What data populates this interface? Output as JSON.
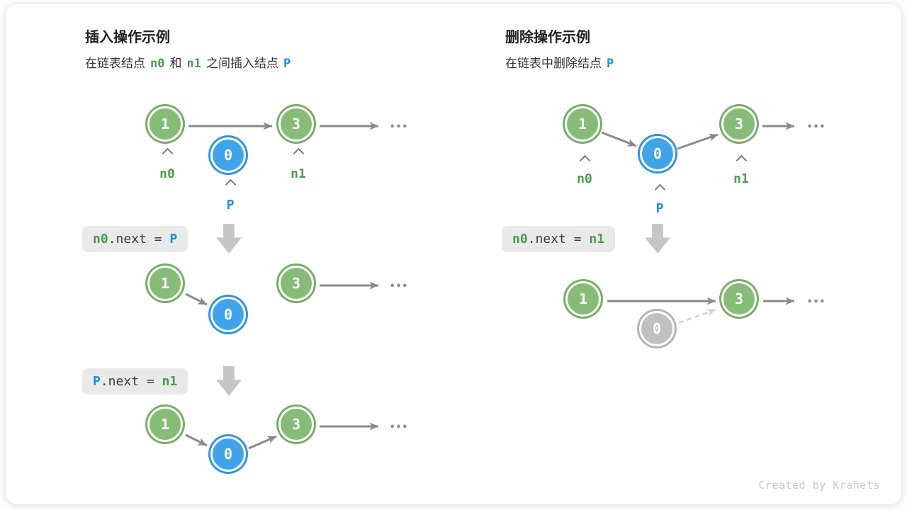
{
  "left_panel": {
    "title": "插入操作示例",
    "subtitle": {
      "part1": "在链表结点",
      "token1": "n0",
      "part2": "和",
      "token2": "n1",
      "part3": "之间插入结点",
      "token3": "P"
    },
    "code1": {
      "lhs": "n0",
      "mid": ".next = ",
      "rhs": "P"
    },
    "code2": {
      "lhs": "P",
      "mid": ".next = ",
      "rhs": "n1"
    }
  },
  "right_panel": {
    "title": "删除操作示例",
    "subtitle": {
      "part1": "在链表中删除结点",
      "token1": "P"
    },
    "code1": {
      "lhs": "n0",
      "mid": ".next = ",
      "rhs": "n1"
    }
  },
  "nodes": {
    "first": "1",
    "middle": "0",
    "last": "3"
  },
  "labels": {
    "n0": "n0",
    "n1": "n1",
    "p": "P"
  },
  "icons": {
    "ellipsis": "•••",
    "caret": "^",
    "down_arrow": "⬇"
  },
  "watermark": "Created by Krahets",
  "colors": {
    "node_green": "#86bc77",
    "node_blue": "#41a4ea",
    "node_gray": "#c1c1c1",
    "text_green": "#4a9d4a",
    "text_blue": "#1b8ce3",
    "arrow_gray": "#8a8a8a",
    "arrow_light": "#d2d2d2",
    "code_bg": "#e9e9e9"
  }
}
